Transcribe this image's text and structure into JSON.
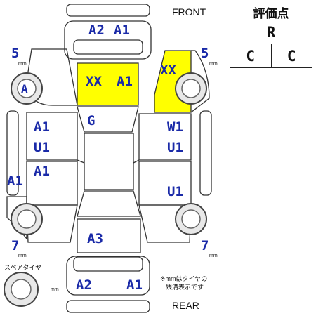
{
  "header": {
    "front": "FRONT",
    "rear": "REAR"
  },
  "grade": {
    "title": "評価点",
    "overall": "R",
    "interior": "C",
    "exterior": "C"
  },
  "damage": {
    "front_bumper": [
      "A2",
      "A1"
    ],
    "hood": [
      "XX",
      "A1"
    ],
    "front_right_fender": "XX",
    "roof": "G",
    "left_front_door": [
      "A1",
      "U1"
    ],
    "left_rear_door": "A1",
    "left_rear_quarter": "A1",
    "right_front_door": [
      "W1",
      "U1"
    ],
    "right_rear_door": "U1",
    "tire_front_left": "A",
    "trunk": "A3",
    "rear_bumper": [
      "A2",
      "A1"
    ]
  },
  "tires": {
    "front_left_depth": "5",
    "front_right_depth": "5",
    "rear_left_depth": "7",
    "rear_right_depth": "7",
    "unit": "mm",
    "spare_label": "スペアタイヤ"
  },
  "note": {
    "line1": "※mmはタイヤの",
    "line2": "残溝表示です"
  },
  "colors": {
    "highlight": "#ffff00",
    "label": "#1a2aa8",
    "outline": "#333333"
  }
}
